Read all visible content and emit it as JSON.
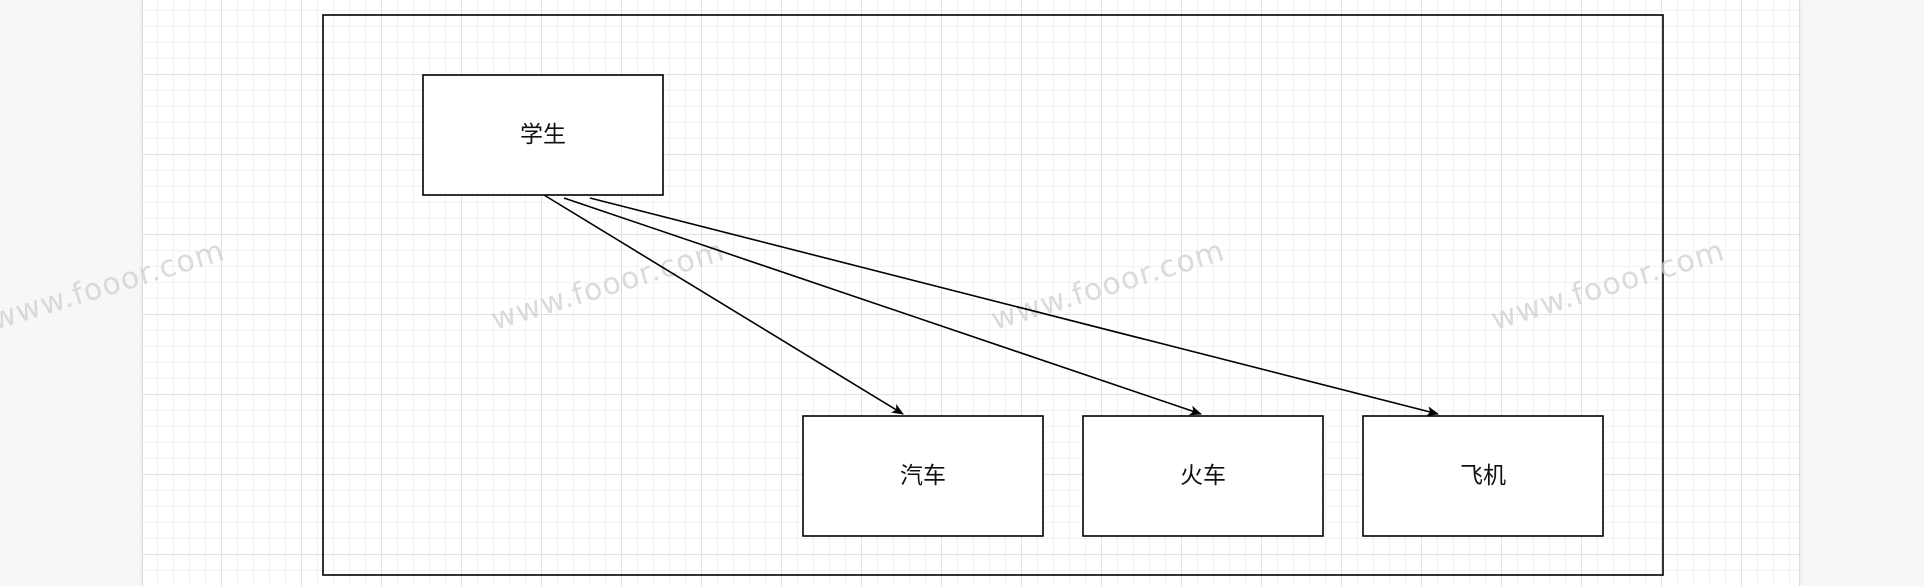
{
  "diagram": {
    "nodes": {
      "student": "学生",
      "car": "汽车",
      "train": "火车",
      "plane": "飞机"
    },
    "edges": [
      {
        "from": "student",
        "to": "car"
      },
      {
        "from": "student",
        "to": "train"
      },
      {
        "from": "student",
        "to": "plane"
      }
    ]
  },
  "watermark": "www.fooor.com",
  "colors": {
    "stroke": "#000000",
    "watermark": "#cfcfcf"
  }
}
